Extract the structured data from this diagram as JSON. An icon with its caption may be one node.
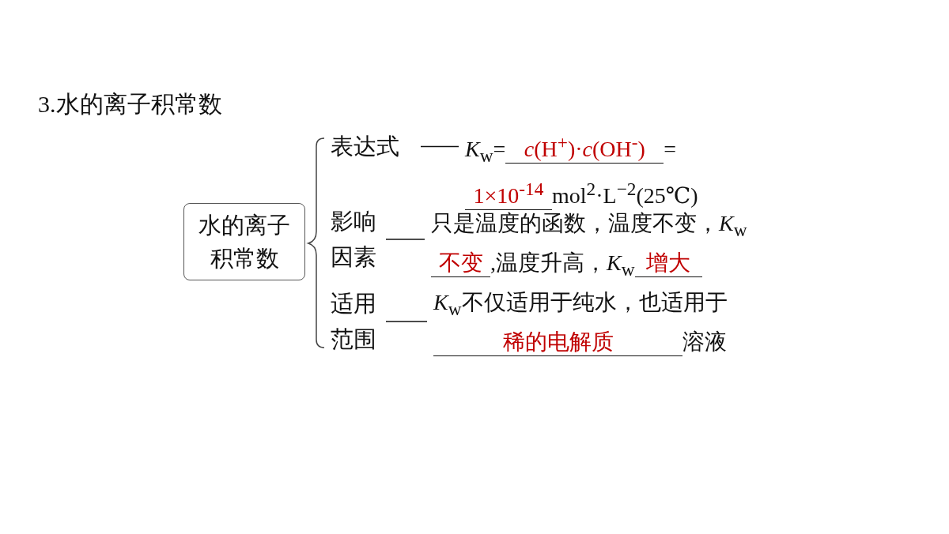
{
  "diagram": {
    "title": "3.水的离子积常数",
    "nodes": [
      {
        "text": [
          "水的离子积常数"
        ]
      },
      {
        "text": [
          "表达式"
        ]
      },
      {
        "text": [
          "*K*$_{w}$=",
          "*c*(H$^{+}$)·*c*(OH$^{-}$)",
          "=",
          "1×10$^{-14}$",
          "mol$^{2}$·L$^{−2}$(25℃)"
        ]
      },
      {
        "text": [
          "影响因素"
        ]
      },
      {
        "text": [
          "只是温度的函数，温度不变，*K*$_{w}$",
          "不变",
          ",温度升高，*K*$_{w}$",
          "增大"
        ]
      },
      {
        "text": [
          "适用范围"
        ]
      },
      {
        "text": [
          "*K*$_{w}$不仅适用于纯水，也适用于",
          "稀的电解质",
          "溶液"
        ]
      }
    ],
    "edges": [
      {
        "from": 1,
        "to": 2,
        "arrow": "none"
      },
      {
        "from": 3,
        "to": 4,
        "arrow": "none"
      },
      {
        "from": 5,
        "to": 6,
        "arrow": "none"
      }
    ]
  }
}
